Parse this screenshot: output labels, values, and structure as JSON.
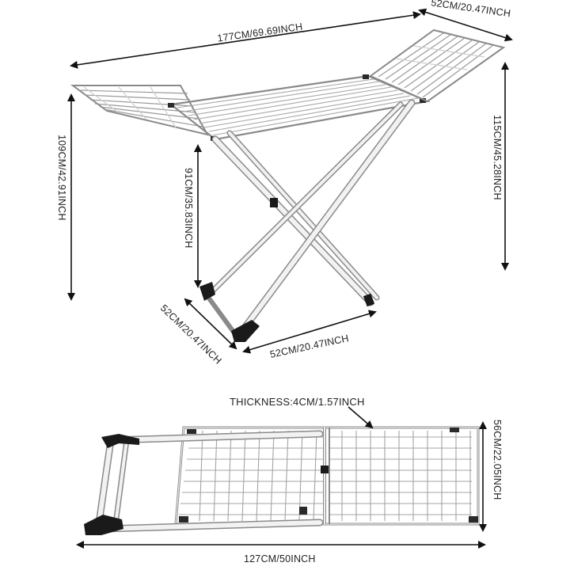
{
  "dimensions": {
    "total_length": "177CM/69.69INCH",
    "wing_width": "52CM/20.47INCH",
    "max_height": "115CM/45.28INCH",
    "side_height": "109CM/42.91INCH",
    "leg_height": "91CM/35.83INCH",
    "base_depth": "52CM/20.47INCH",
    "base_width": "52CM/20.47INCH",
    "thickness": "THICKNESS:4CM/1.57INCH",
    "folded_width": "56CM/22.05INCH",
    "folded_length": "127CM/50INCH"
  },
  "colors": {
    "frame": "#dcdcdc",
    "frame_edge": "#9a9a9a",
    "feet": "#1a1a1a",
    "arrow": "#111111",
    "text": "#222222"
  }
}
